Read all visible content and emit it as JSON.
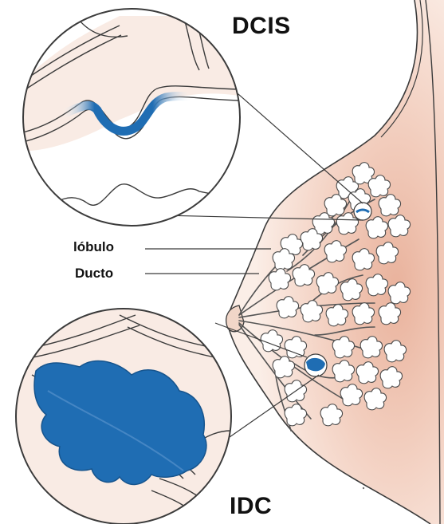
{
  "labels": {
    "top_title": "DCIS",
    "bottom_title": "IDC",
    "lobule": "lóbulo",
    "duct": "Ducto"
  },
  "colors": {
    "skin": "#f7e4da",
    "skin_deep": "#ecb8a4",
    "outline": "#3b3b3b",
    "tumor": "#1f6db3",
    "tumor_dark": "#16548d"
  }
}
